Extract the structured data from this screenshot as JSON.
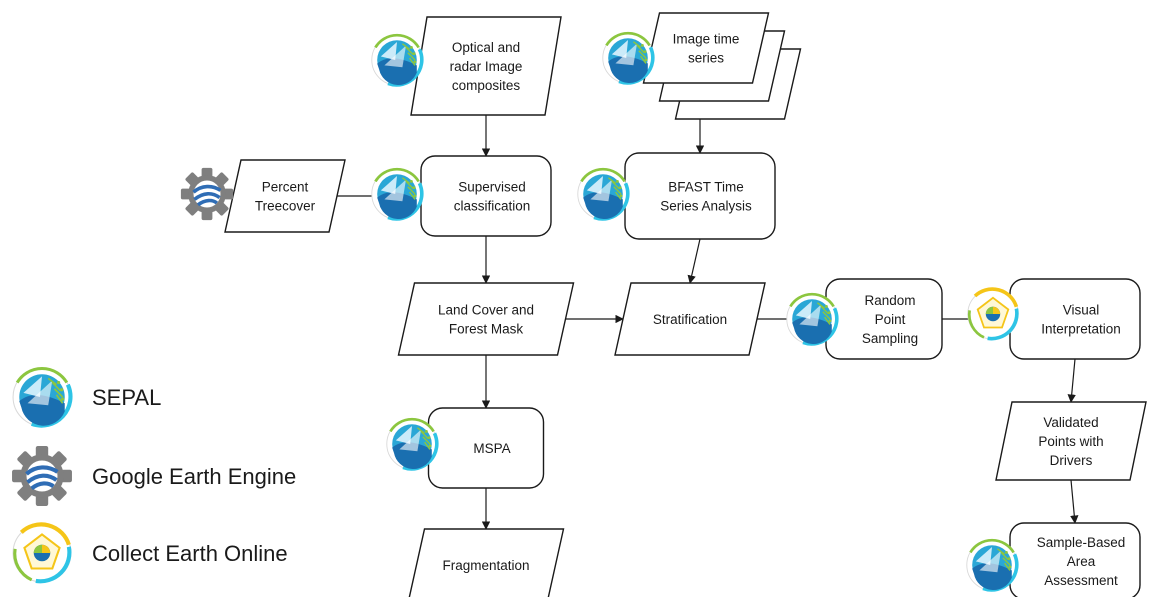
{
  "diagram": {
    "nodes": {
      "optical": {
        "lines": [
          "Optical and",
          "radar Image",
          "composites"
        ],
        "icon": "sepal-icon"
      },
      "timeseries": {
        "lines": [
          "Image time",
          "series"
        ],
        "icon": "sepal-icon"
      },
      "treecover": {
        "lines": [
          "Percent",
          "Treecover"
        ],
        "icon": "google-earth-engine-icon"
      },
      "supervised": {
        "lines": [
          "Supervised",
          "classification"
        ],
        "icon": "sepal-icon"
      },
      "bfast": {
        "lines": [
          "BFAST Time",
          "Series Analysis"
        ],
        "icon": "sepal-icon"
      },
      "landcover": {
        "lines": [
          "Land Cover and",
          "Forest Mask"
        ]
      },
      "stratification": {
        "lines": [
          "Stratification"
        ]
      },
      "random": {
        "lines": [
          "Random",
          "Point",
          "Sampling"
        ],
        "icon": "sepal-icon"
      },
      "visual": {
        "lines": [
          "Visual",
          "Interpretation"
        ],
        "icon": "collect-earth-online-icon"
      },
      "validated": {
        "lines": [
          "Validated",
          "Points with",
          "Drivers"
        ]
      },
      "mspa": {
        "lines": [
          "MSPA"
        ],
        "icon": "sepal-icon"
      },
      "fragmentation": {
        "lines": [
          "Fragmentation"
        ]
      },
      "sample": {
        "lines": [
          "Sample-Based",
          "Area",
          "Assessment"
        ],
        "icon": "sepal-icon"
      }
    },
    "edges": [
      [
        "optical",
        "supervised"
      ],
      [
        "treecover",
        "supervised"
      ],
      [
        "timeseries",
        "bfast"
      ],
      [
        "supervised",
        "landcover"
      ],
      [
        "bfast",
        "stratification"
      ],
      [
        "landcover",
        "stratification"
      ],
      [
        "stratification",
        "random"
      ],
      [
        "random",
        "visual"
      ],
      [
        "visual",
        "validated"
      ],
      [
        "landcover",
        "mspa"
      ],
      [
        "mspa",
        "fragmentation"
      ],
      [
        "validated",
        "sample"
      ]
    ]
  },
  "legend": {
    "items": [
      {
        "icon": "sepal-icon",
        "label": "SEPAL"
      },
      {
        "icon": "google-earth-engine-icon",
        "label": "Google Earth Engine"
      },
      {
        "icon": "collect-earth-online-icon",
        "label": "Collect Earth Online"
      }
    ]
  },
  "colors": {
    "sepal_blue": "#1a6fb0",
    "sepal_cyan": "#2ec4e6",
    "sepal_green": "#8cc63f",
    "gee_gray": "#7f7f7f",
    "gee_blue": "#2f6db5",
    "ceo_yellow": "#f5c518"
  }
}
